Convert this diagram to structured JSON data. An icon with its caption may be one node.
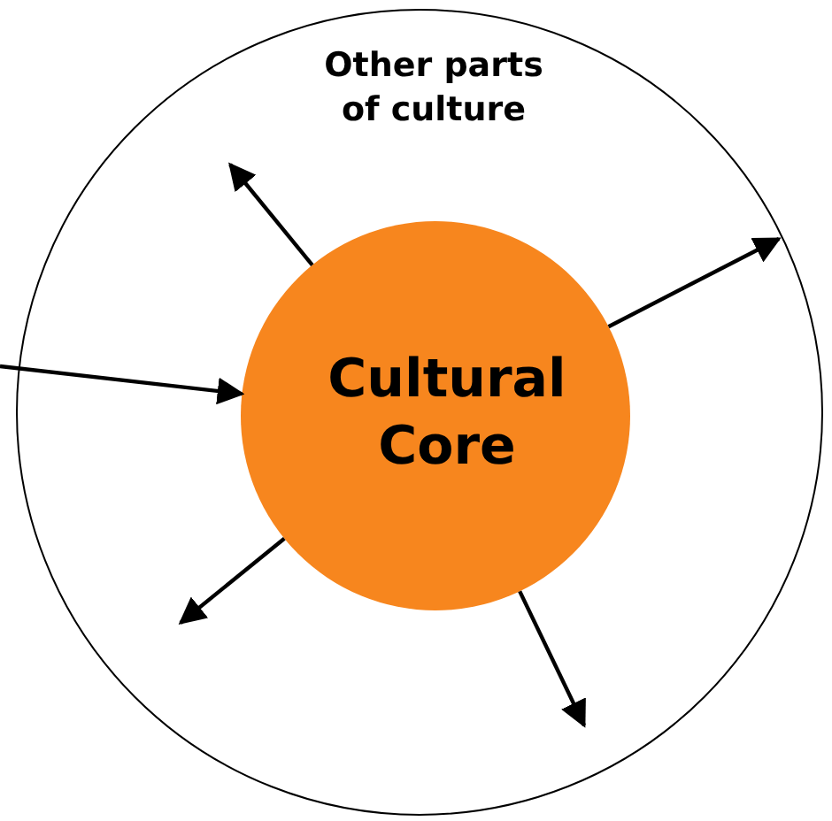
{
  "diagram": {
    "nodes": [
      {
        "text": [
          "Other parts of culture"
        ]
      },
      {
        "text": [
          "Cultural Core"
        ],
        "in": 0
      }
    ],
    "edges": [
      {
        "from": null,
        "to": 1,
        "arrow": "to"
      },
      {
        "from": 1,
        "to": null,
        "arrow": "to"
      },
      {
        "from": 1,
        "to": null,
        "arrow": "to"
      },
      {
        "from": 1,
        "to": null,
        "arrow": "to"
      },
      {
        "from": 1,
        "to": null,
        "arrow": "to"
      }
    ]
  }
}
